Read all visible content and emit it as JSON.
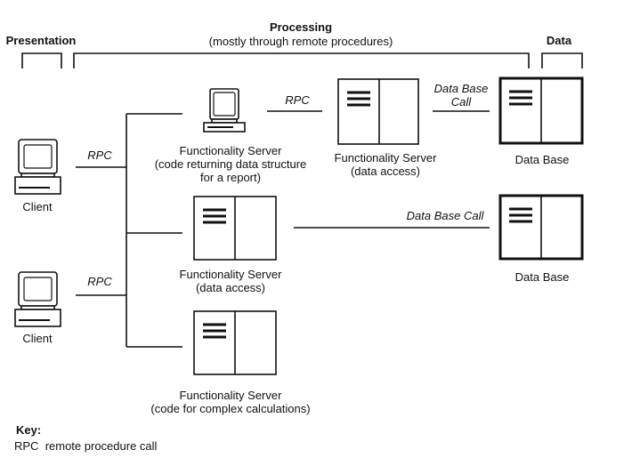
{
  "tiers": {
    "presentation": "Presentation",
    "processing": "Processing",
    "processing_note": "(mostly through remote procedures)",
    "data": "Data"
  },
  "clients": [
    {
      "label": "Client"
    },
    {
      "label": "Client"
    }
  ],
  "servers": [
    {
      "line1": "Functionality Server",
      "line2": "(code returning data structure",
      "line3": "for a report)"
    },
    {
      "line1": "Functionality Server",
      "line2": "(data access)"
    },
    {
      "line1": "Functionality Server",
      "line2": "(data access)"
    },
    {
      "line1": "Functionality Server",
      "line2": "(code for complex calculations)"
    }
  ],
  "databases": [
    {
      "label": "Data Base"
    },
    {
      "label": "Data Base"
    }
  ],
  "connections": {
    "rpc_label": "RPC",
    "db_call_line1": "Data Base",
    "db_call_line2": "Call",
    "db_call_full": "Data Base Call"
  },
  "key": {
    "title": "Key:",
    "abbr": "RPC",
    "definition": "remote procedure call"
  }
}
